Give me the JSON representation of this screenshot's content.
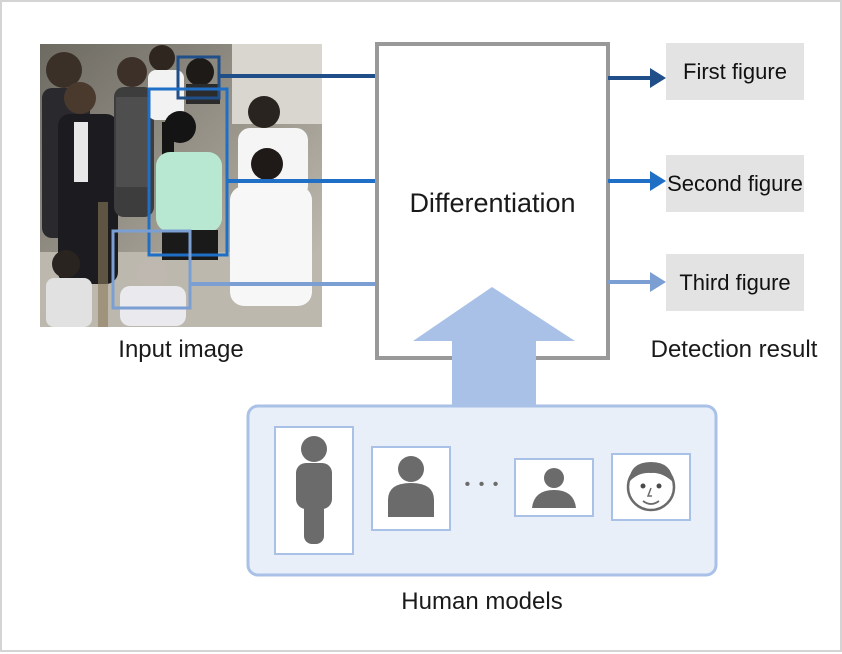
{
  "center_box": {
    "label": "Differentiation"
  },
  "input": {
    "caption": "Input image"
  },
  "results": {
    "caption": "Detection result",
    "items": [
      {
        "label": "First figure",
        "color": "#1f4e89"
      },
      {
        "label": "Second figure",
        "color": "#1f6fc6"
      },
      {
        "label": "Third figure",
        "color": "#7b9fd3"
      }
    ]
  },
  "models": {
    "caption": "Human models",
    "ellipsis": "• • •",
    "icons": [
      "full-body-person-icon",
      "upper-body-person-icon",
      "head-shoulders-person-icon",
      "face-icon"
    ]
  },
  "colors": {
    "frame_border": "#d4d4d4",
    "center_border": "#999999",
    "arrow_fill": "#a9c1e6",
    "panel_fill": "#e8eff9",
    "panel_border": "#a9c1e6",
    "icon_gray": "#6b6b6b"
  }
}
